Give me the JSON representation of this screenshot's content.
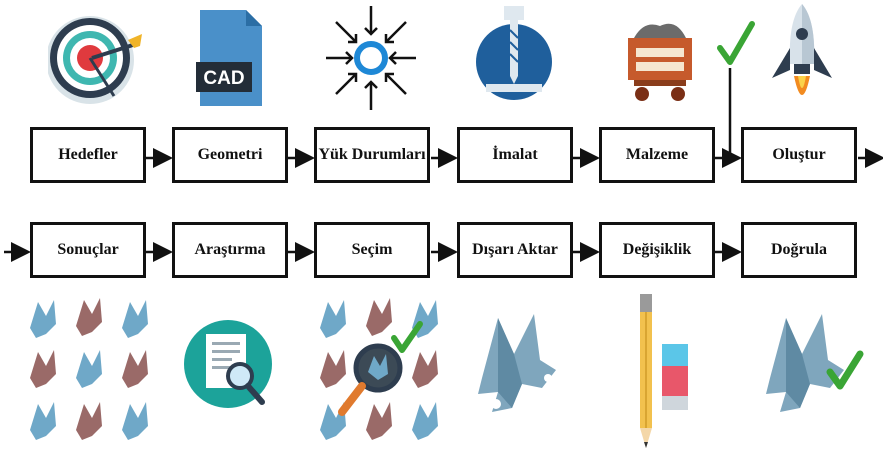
{
  "row1": [
    {
      "label": "Hedefler"
    },
    {
      "label": "Geometri"
    },
    {
      "label": "Yük Durumları"
    },
    {
      "label": "İmalat"
    },
    {
      "label": "Malzeme"
    },
    {
      "label": "Oluştur"
    }
  ],
  "row2": [
    {
      "label": "Sonuçlar"
    },
    {
      "label": "Araştırma"
    },
    {
      "label": "Seçim"
    },
    {
      "label": "Dışarı Aktar"
    },
    {
      "label": "Değişiklik"
    },
    {
      "label": "Doğrula"
    }
  ],
  "cad_text": "CAD",
  "colors": {
    "box_border": "#111111",
    "arrow": "#111111",
    "check": "#3aa535",
    "part_blue": "#6fa8c8",
    "part_red": "#9a6a68"
  }
}
